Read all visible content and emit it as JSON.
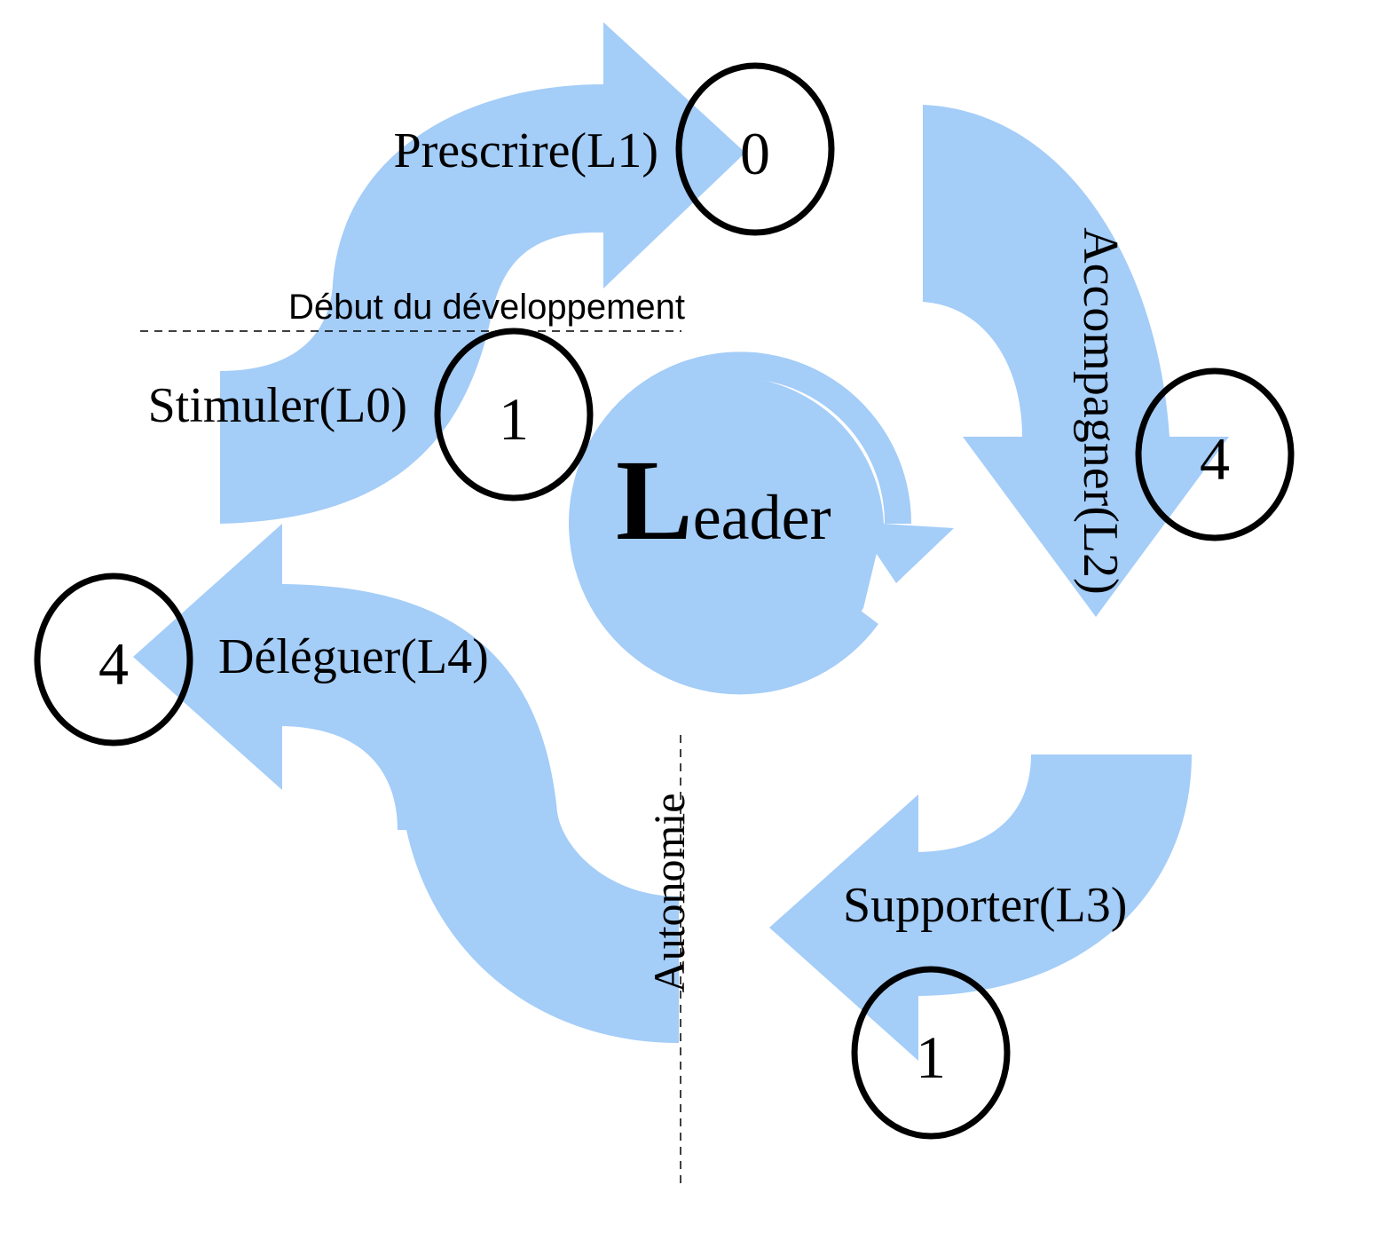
{
  "colors": {
    "arrow": "#a4cdf8",
    "outline": "#000000",
    "background": "#ffffff"
  },
  "center": {
    "initial": "L",
    "rest": "eader"
  },
  "stages": {
    "stimuler": "Stimuler(L0)",
    "prescrire": "Prescrire(L1)",
    "accompagner": "Accompagner(L2)",
    "supporter": "Supporter(L3)",
    "deleguer": "Déléguer(L4)"
  },
  "circles": {
    "prescrire": "0",
    "stimuler": "1",
    "accompagner": "4",
    "supporter": "1",
    "deleguer": "4"
  },
  "axes": {
    "horizontal": "Début du développement",
    "vertical": "Autonomie"
  }
}
